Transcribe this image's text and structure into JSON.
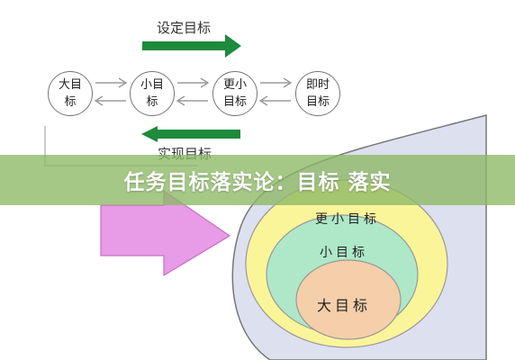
{
  "top_caption": "设定目标",
  "bottom_caption": "实现目标",
  "nodes": [
    "大目标",
    "小目标",
    "更小目标",
    "即时目标"
  ],
  "rings": [
    "更小目标",
    "小目标",
    "大目标"
  ],
  "banner_title": "任务目标落实论：目标 落实",
  "colors": {
    "arrow_green": "#1e8a3c",
    "pink": "#e89be6",
    "outer_ring": "#dde0ef",
    "ring_yellow": "#fbf59a",
    "ring_green": "#aee8c8",
    "ring_peach": "#f5cfa9",
    "banner": "#8cb964"
  }
}
